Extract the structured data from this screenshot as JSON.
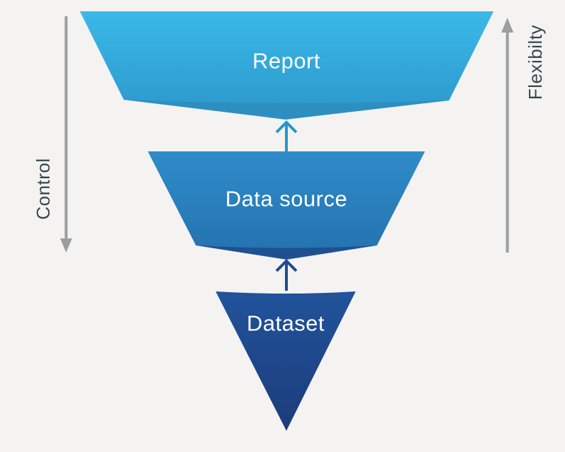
{
  "background_color": "#f4f3f2",
  "funnel": {
    "label_text_color": "#ffffff",
    "layers": [
      {
        "label": "Report",
        "color_top": "#3ab9e9",
        "color_bottom": "#2c96ca",
        "shadow_color": "#2c8fc0"
      },
      {
        "label": "Data source",
        "color_top": "#2f8cc9",
        "color_bottom": "#2371ae",
        "shadow_color": "#1f5092"
      },
      {
        "label": "Dataset",
        "color_top": "#21539b",
        "color_bottom": "#1c3c7a"
      }
    ],
    "connectors": [
      {
        "name": "data-source-to-report",
        "direction": "up",
        "color": "#2199cb"
      },
      {
        "name": "dataset-to-data-source",
        "direction": "up",
        "color": "#1f4b8f"
      }
    ]
  },
  "side_axes": {
    "left": {
      "label": "Control",
      "arrow_direction": "down",
      "arrow_color": "#9b9ea1",
      "text_color": "#37474f"
    },
    "right": {
      "label": "Flexibilty",
      "arrow_direction": "up",
      "arrow_color": "#9b9ea1",
      "text_color": "#37474f"
    }
  }
}
